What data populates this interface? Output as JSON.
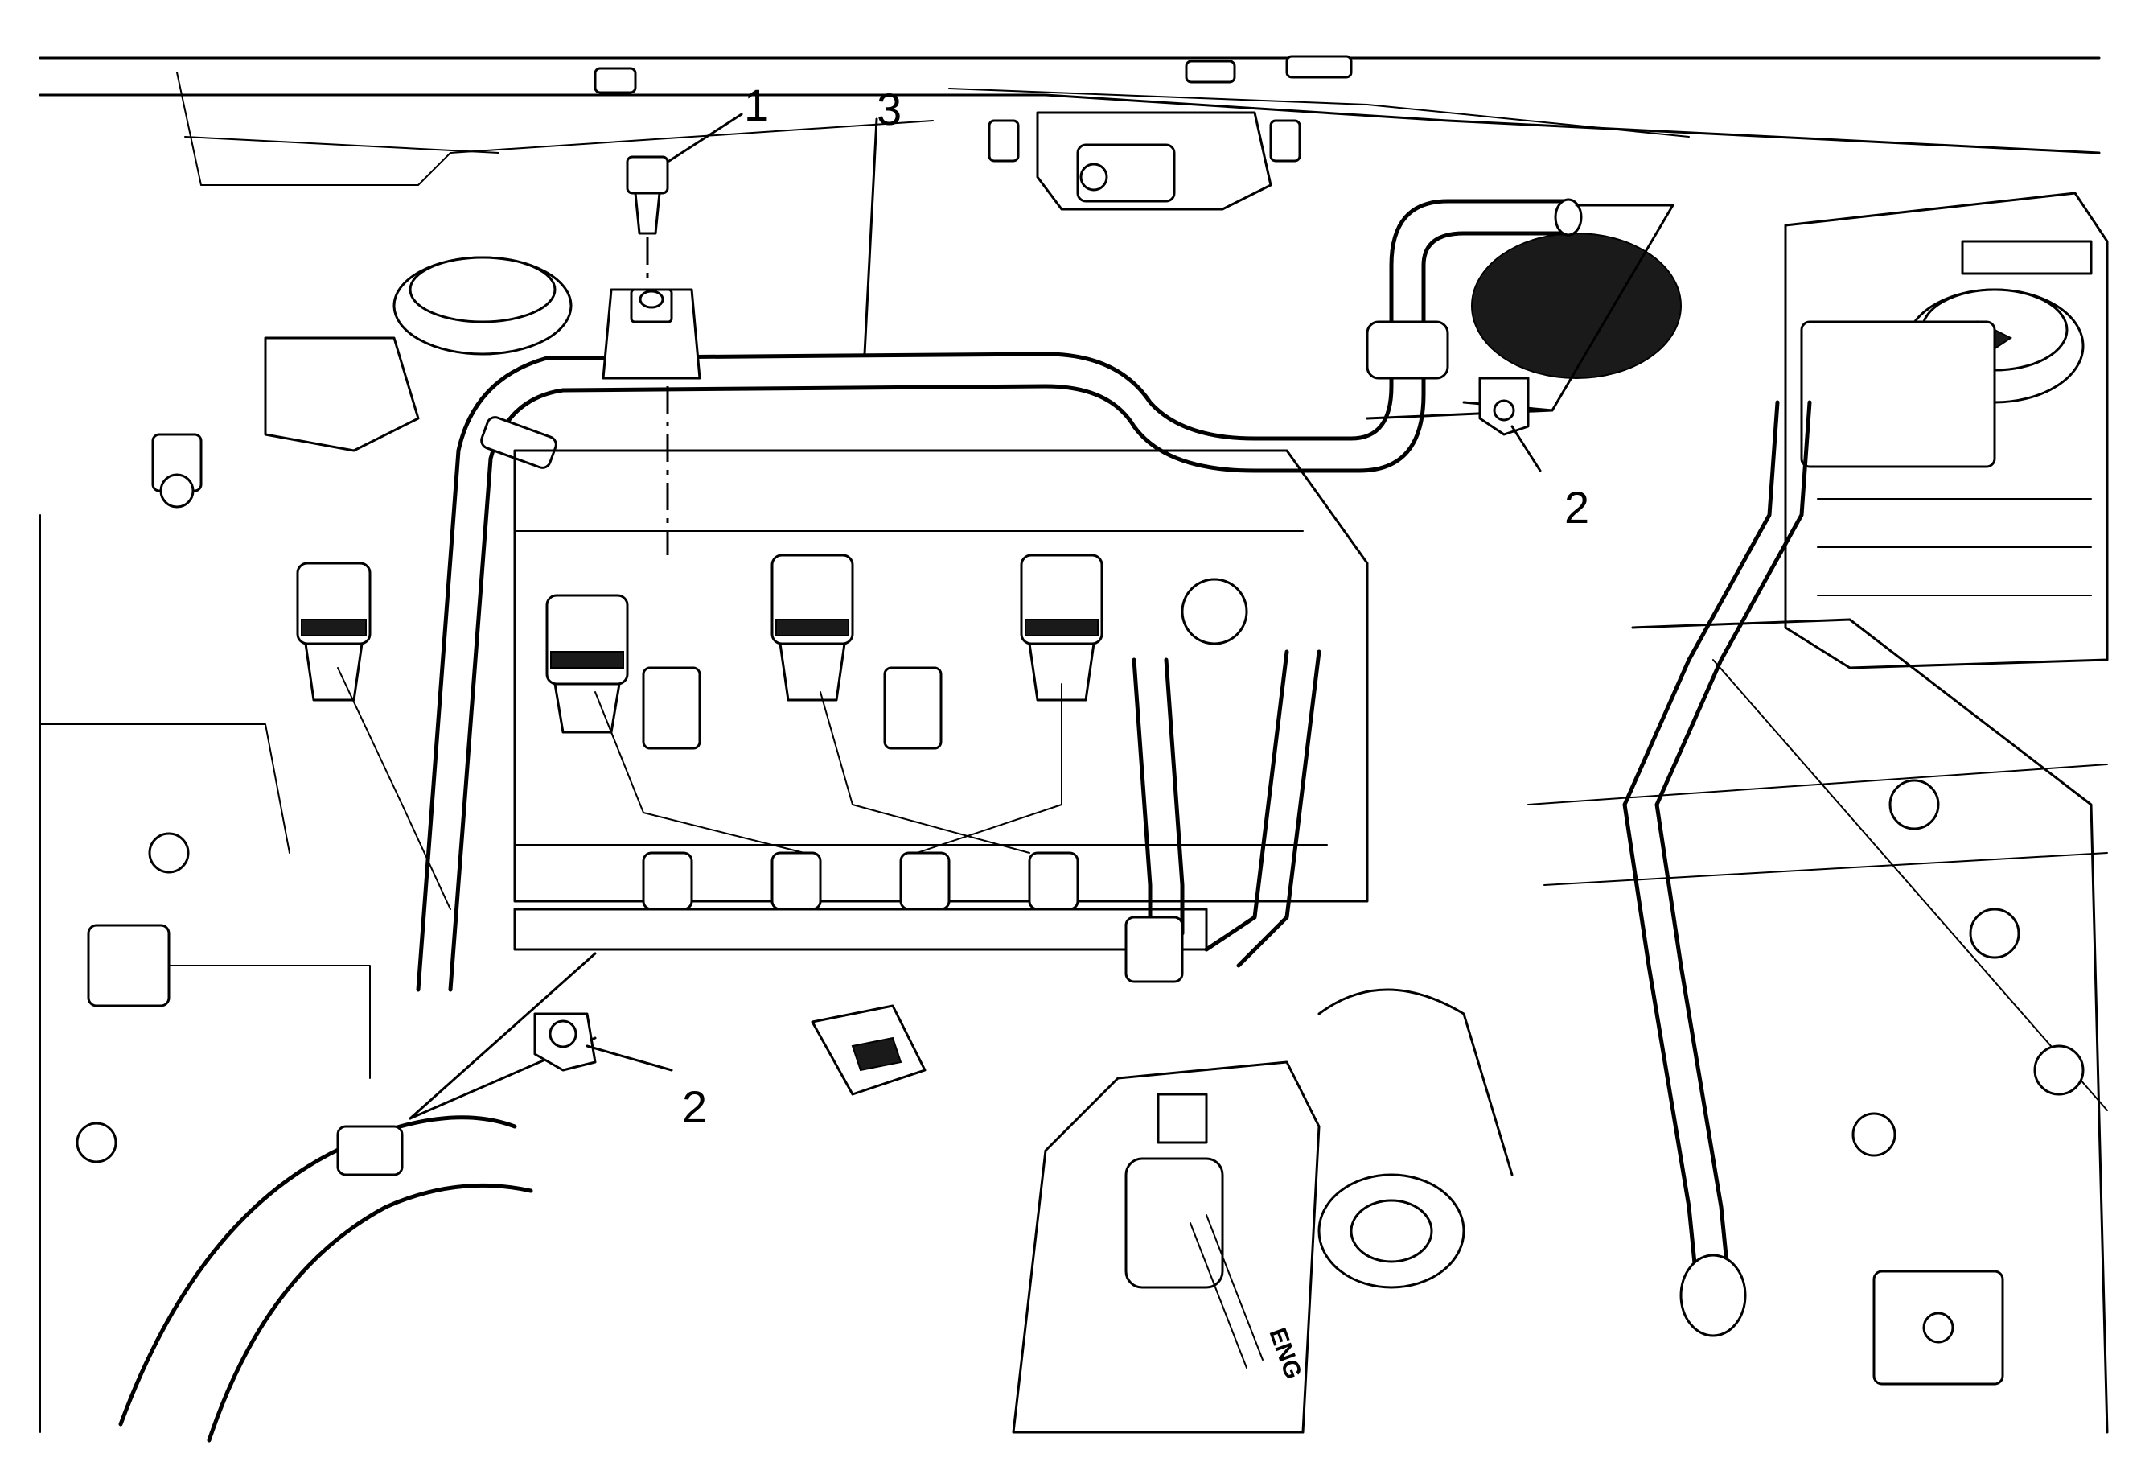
{
  "diagram": {
    "callouts": {
      "c1": "1",
      "c2_top": "2",
      "c2_bottom": "2",
      "c3": "3"
    },
    "component_text": {
      "eng": "ENG"
    }
  }
}
